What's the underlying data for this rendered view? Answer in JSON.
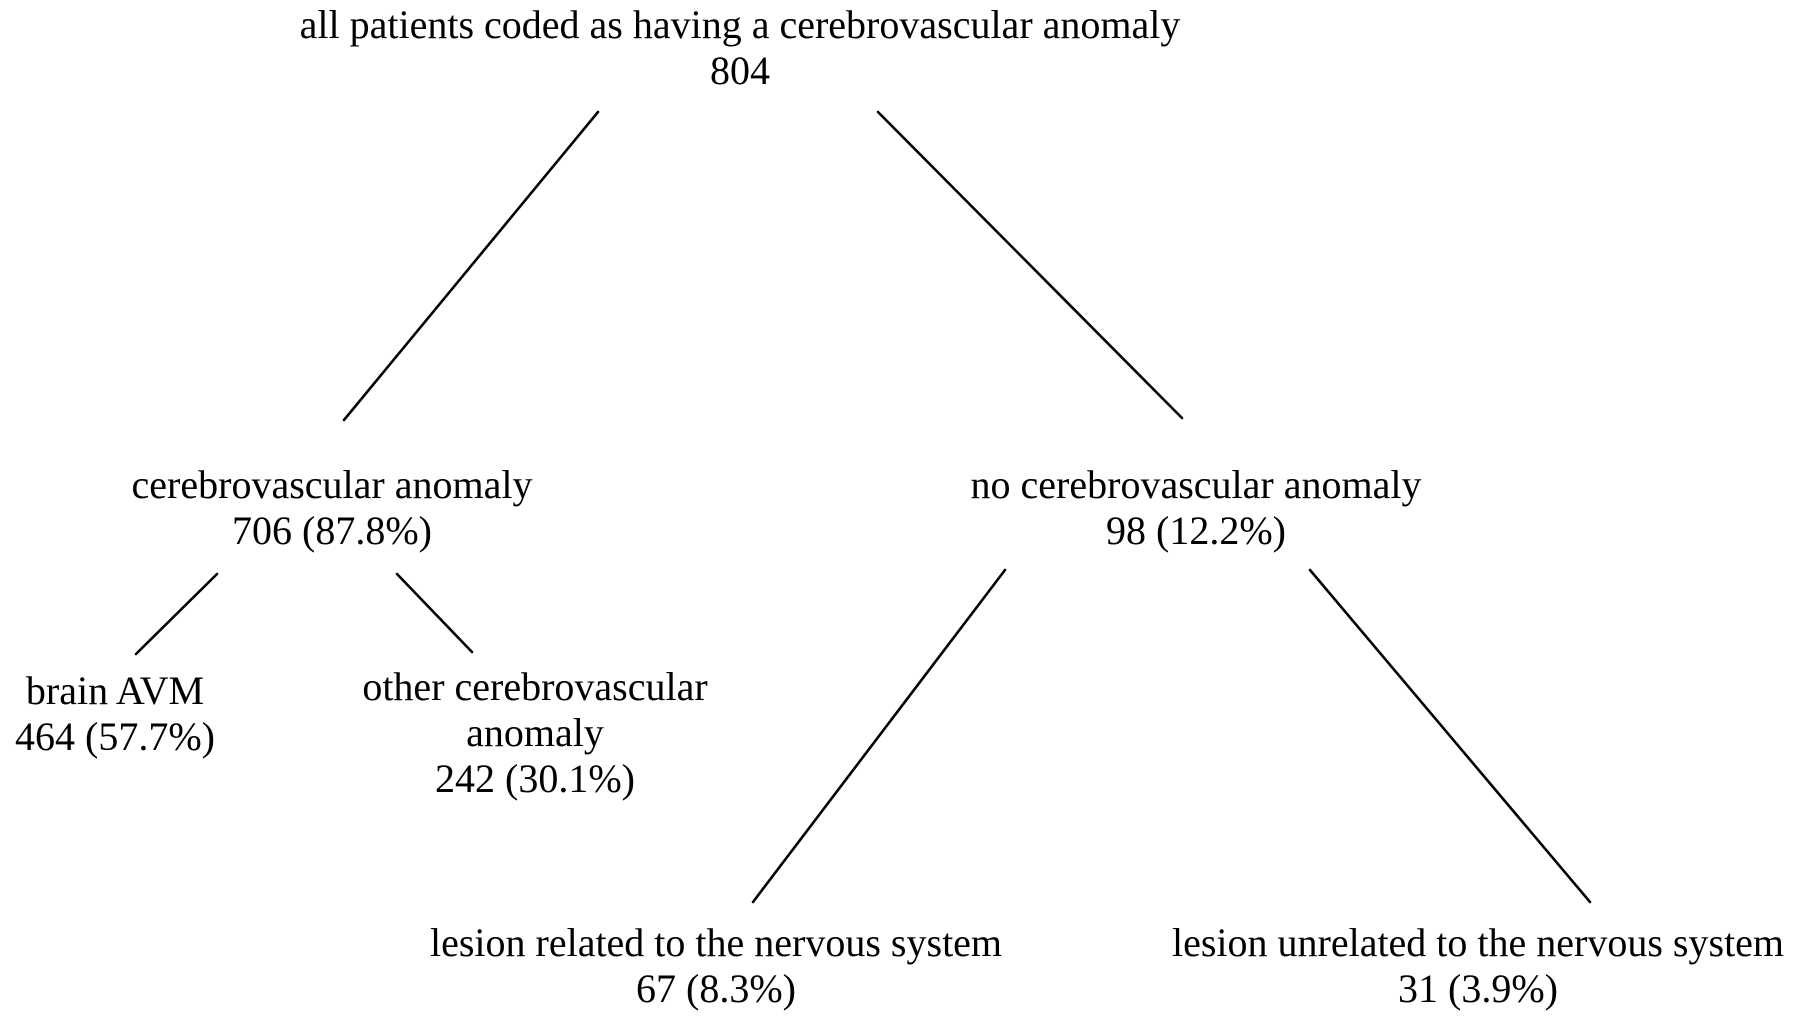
{
  "nodes": {
    "root": {
      "label": "all patients coded as having a cerebrovascular anomaly",
      "value": "804"
    },
    "cva": {
      "label": "cerebrovascular anomaly",
      "value": "706 (87.8%)"
    },
    "no_cva": {
      "label": "no cerebrovascular anomaly",
      "value": "98 (12.2%)"
    },
    "avm": {
      "label": "brain AVM",
      "value": "464 (57.7%)"
    },
    "other_cva": {
      "label_line1": "other cerebrovascular",
      "label_line2": "anomaly",
      "value": "242 (30.1%)"
    },
    "related": {
      "label": "lesion related to the nervous system",
      "value": "67 (8.3%)"
    },
    "unrelated": {
      "label": "lesion unrelated to the nervous system",
      "value": "31 (3.9%)"
    }
  },
  "colors": {
    "text": "#000000",
    "lines": "#000000",
    "background": "#ffffff"
  }
}
